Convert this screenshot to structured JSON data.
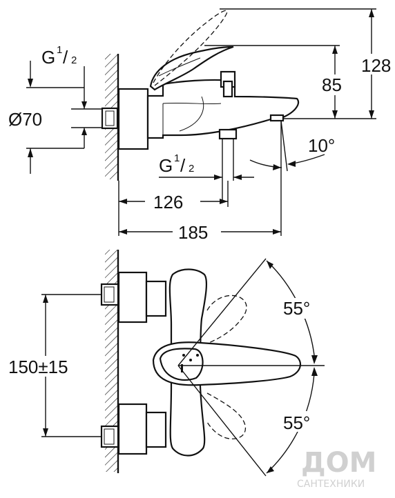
{
  "top_view": {
    "g_top": {
      "main": "G",
      "sup": "1",
      "sub": "2"
    },
    "dia": "Ø70",
    "g_bottom": {
      "main": "G",
      "sup": "1",
      "sub": "2"
    },
    "dim_126": "126",
    "dim_185": "185",
    "dim_128": "128",
    "dim_85": "85",
    "angle_10": "10°"
  },
  "front_view": {
    "dim_150": "150±15",
    "angle_up": "55°",
    "angle_down": "55°"
  },
  "watermark": {
    "brand": "ДОМ",
    "tagline": "САНТЕХНИКИ"
  }
}
